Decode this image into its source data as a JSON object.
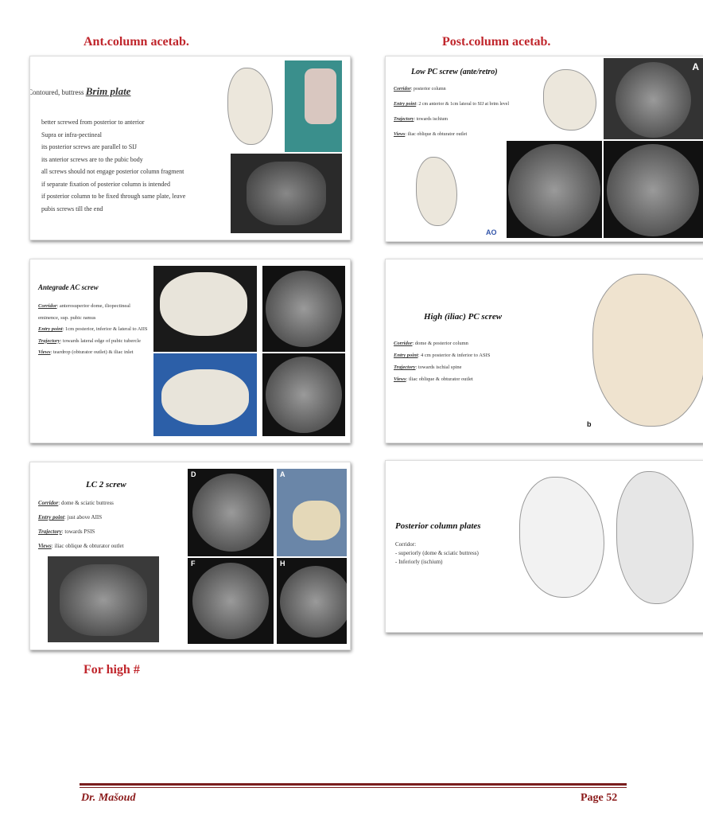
{
  "headings": {
    "left": "Ant.column acetab.",
    "right": "Post.column acetab.",
    "bottom": "For high #"
  },
  "slide1": {
    "lead": "Contoured, buttress ",
    "title": "Brim plate",
    "bullets": [
      "better screwed from posterior to anterior",
      "Supra or infra-pectineal",
      "its posterior screws are parallel to SIJ",
      "its anterior screws are to the pubic body",
      "all screws should not engage posterior column fragment",
      "if separate fixation of posterior column is intended",
      "if posterior column to be fixed through same plate, leave",
      "pubis screws till the end"
    ]
  },
  "slide2": {
    "title": "Low PC screw (ante/retro)",
    "rows": [
      {
        "k": "Corridor",
        "v": ": posterior column"
      },
      {
        "k": "Entry point",
        "v": ": 2 cm anterior & 1cm lateral to SIJ at brim level"
      },
      {
        "k": "Trajectory",
        "v": ": towards ischium"
      },
      {
        "k": "Views",
        "v": ": iliac oblique & obturator outlet"
      }
    ],
    "label_a": "A",
    "label_ao": "AO"
  },
  "slide3": {
    "title": "Antegrade AC screw",
    "rows": [
      {
        "k": "Corridor",
        "v": ": anterosuperior dome, iliopectineal eminence, sup. pubic ramus"
      },
      {
        "k": "Entry point",
        "v": ": 1cm posterior, inferior & lateral to AIIS"
      },
      {
        "k": "Trajectory",
        "v": ": towards lateral edge of pubic tubercle"
      },
      {
        "k": "Views",
        "v": ": teardrop (obturator outlet) & iliac inlet"
      }
    ]
  },
  "slide4": {
    "title": "High (iliac) PC screw",
    "rows": [
      {
        "k": "Corridor",
        "v": ": dome & posterior column"
      },
      {
        "k": "Entry point",
        "v": ": 4 cm posterior & inferior to ASIS"
      },
      {
        "k": "Trajectory",
        "v": ": towards ischial spine"
      },
      {
        "k": "Views",
        "v": ": iliac oblique & obturator outlet"
      }
    ],
    "label_b": "b"
  },
  "slide5": {
    "title": "LC 2 screw",
    "rows": [
      {
        "k": "Corridor",
        "v": ": dome & sciatic buttress"
      },
      {
        "k": "Entry point",
        "v": ": just above AIIS"
      },
      {
        "k": "Trajectory",
        "v": ": towards PSIS"
      },
      {
        "k": "Views",
        "v": ": iliac oblique & obturator outlet"
      }
    ],
    "labels": [
      "D",
      "A",
      "F",
      "H"
    ]
  },
  "slide6": {
    "title": "Posterior column plates",
    "lead": "Corridor:",
    "bullets": [
      "- superiorly (dome & sciatic buttress)",
      "- Inferiorly (ischium)"
    ]
  },
  "footer": {
    "author": "Dr. Mašoud",
    "page": "Page 52"
  }
}
